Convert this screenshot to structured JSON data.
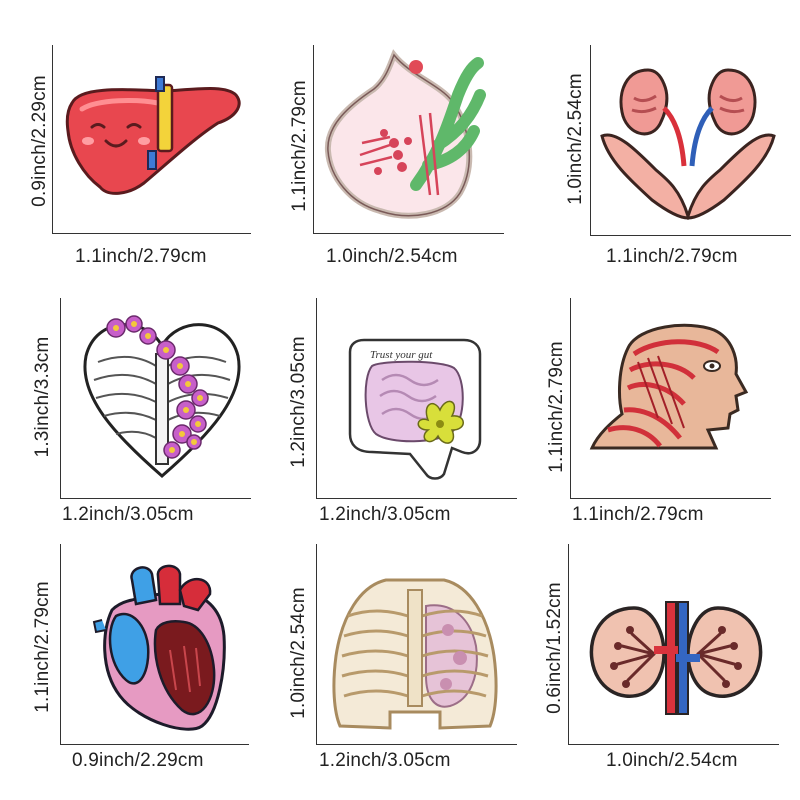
{
  "pins": [
    {
      "name": "liver-pin",
      "width_label": "1.1inch/2.79cm",
      "height_label": "0.9inch/2.29cm"
    },
    {
      "name": "breast-pin",
      "width_label": "1.0inch/2.54cm",
      "height_label": "1.1inch/2.79cm"
    },
    {
      "name": "kidneys-hands-pin",
      "width_label": "1.1inch/2.79cm",
      "height_label": "1.0inch/2.54cm"
    },
    {
      "name": "floral-ribcage-heart-pin",
      "width_label": "1.2inch/3.05cm",
      "height_label": "1.3inch/3.3cm"
    },
    {
      "name": "intestines-pin",
      "width_label": "1.2inch/3.05cm",
      "height_label": "1.2inch/3.05cm"
    },
    {
      "name": "head-muscles-pin",
      "width_label": "1.1inch/2.79cm",
      "height_label": "1.1inch/2.79cm"
    },
    {
      "name": "anatomical-heart-pin",
      "width_label": "0.9inch/2.29cm",
      "height_label": "1.1inch/2.79cm"
    },
    {
      "name": "ribcage-lungs-pin",
      "width_label": "1.2inch/3.05cm",
      "height_label": "1.0inch/2.54cm"
    },
    {
      "name": "kidneys-pin",
      "width_label": "1.0inch/2.54cm",
      "height_label": "0.6inch/1.52cm"
    }
  ],
  "decor": {
    "intestines_text": "Trust your gut"
  }
}
